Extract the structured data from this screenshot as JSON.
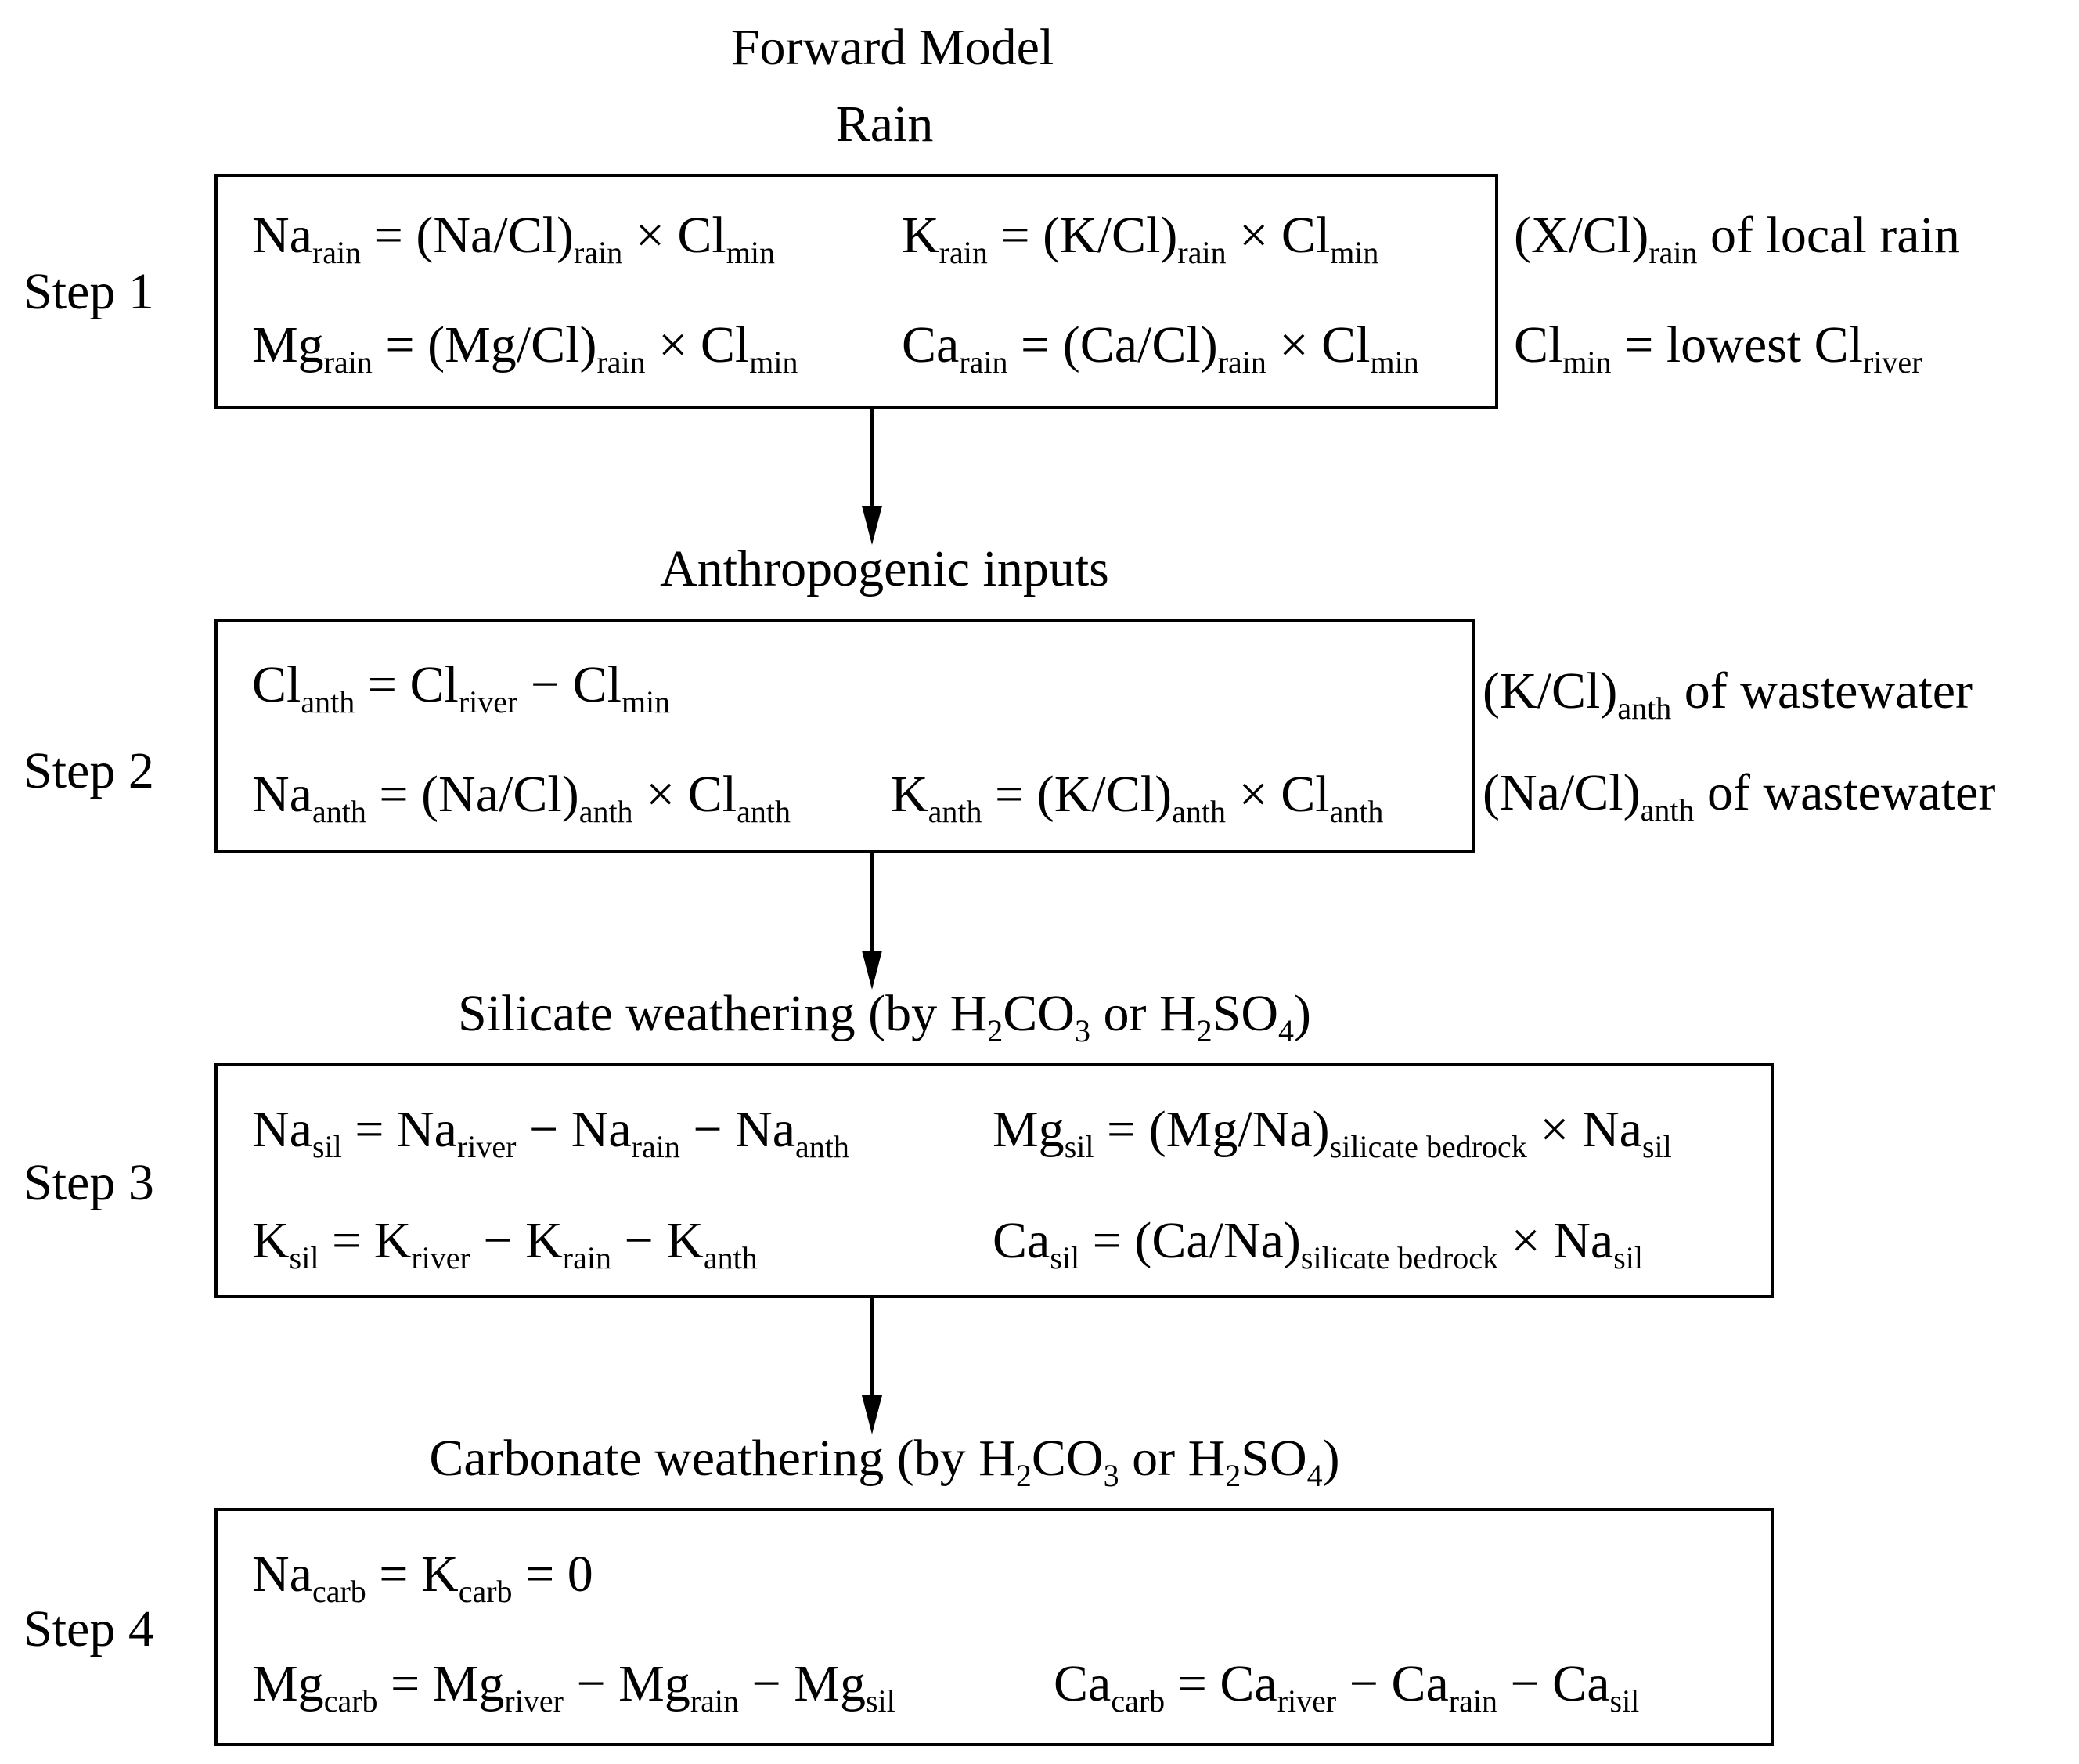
{
  "title": "Forward Model",
  "sections": [
    {
      "heading": "Rain",
      "step": "Step 1"
    },
    {
      "heading": "Anthropogenic inputs",
      "step": "Step 2"
    },
    {
      "heading": "Silicate weathering (by H2CO3 or H2SO4)",
      "step": "Step 3"
    },
    {
      "heading": "Carbonate weathering (by H2CO3 or H2SO4)",
      "step": "Step 4"
    }
  ],
  "equations": {
    "s1": {
      "l1a": [
        "Na",
        "rain",
        " = (Na/Cl)",
        "rain",
        " × Cl",
        "min"
      ],
      "l1b": [
        "K",
        "rain",
        " = (K/Cl)",
        "rain",
        " × Cl",
        "min"
      ],
      "l2a": [
        "Mg",
        "rain",
        " = (Mg/Cl)",
        "rain",
        " × Cl",
        "min"
      ],
      "l2b": [
        "Ca",
        "rain",
        " = (Ca/Cl)",
        "rain",
        " × Cl",
        "min"
      ],
      "n1": [
        "(X/Cl)",
        "rain",
        " of local rain"
      ],
      "n2": [
        "Cl",
        "min",
        " = lowest Cl",
        "river"
      ]
    },
    "s2": {
      "l1a": [
        "Cl",
        "anth",
        " = Cl",
        "river",
        " − Cl",
        "min"
      ],
      "l2a": [
        "Na",
        "anth",
        " = (Na/Cl)",
        "anth",
        " × Cl",
        "anth"
      ],
      "l2b": [
        "K",
        "anth",
        " = (K/Cl)",
        "anth",
        " × Cl",
        "anth"
      ],
      "n1": [
        "(K/Cl)",
        "anth",
        " of wastewater"
      ],
      "n2": [
        "(Na/Cl)",
        "anth",
        " of wastewater"
      ]
    },
    "s3": {
      "l1a": [
        "Na",
        "sil",
        " = Na",
        "river",
        " − Na",
        "rain",
        " − Na",
        "anth"
      ],
      "l1b": [
        "Mg",
        "sil",
        " = (Mg/Na)",
        "silicate bedrock",
        " × Na",
        "sil"
      ],
      "l2a": [
        "K",
        "sil",
        " = K",
        "river",
        " − K",
        "rain",
        " − K",
        "anth"
      ],
      "l2b": [
        "Ca",
        "sil",
        " = (Ca/Na)",
        "silicate bedrock",
        " × Na",
        "sil"
      ]
    },
    "s4": {
      "l1a": [
        "Na",
        "carb",
        " = K",
        "carb",
        " = 0"
      ],
      "l2a": [
        "Mg",
        "carb",
        " = Mg",
        "river",
        " − Mg",
        "rain",
        " − Mg",
        "sil"
      ],
      "l2b": [
        "Ca",
        "carb",
        " = Ca",
        "river",
        " − Ca",
        "rain",
        " − Ca",
        "sil"
      ]
    }
  }
}
